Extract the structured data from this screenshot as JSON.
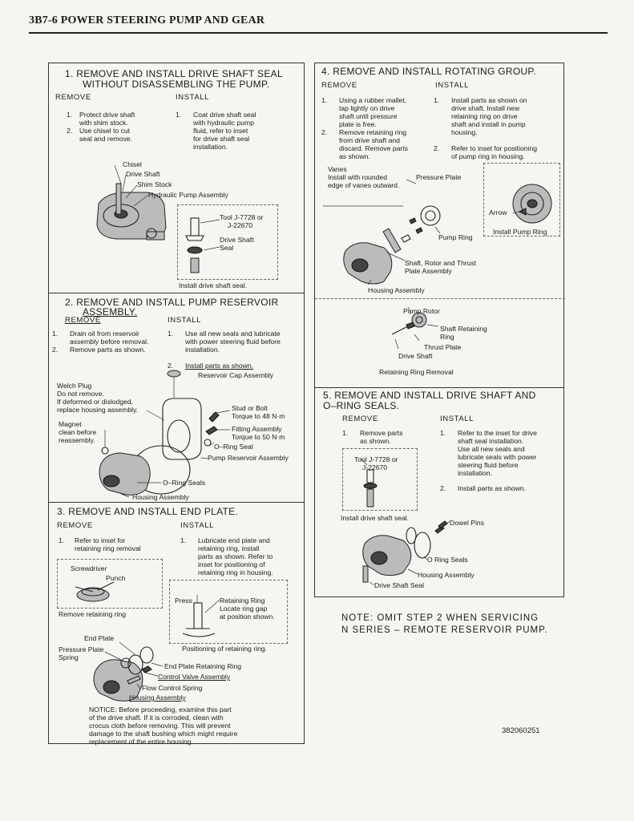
{
  "header": {
    "title": "3B7-6  POWER STEERING PUMP AND GEAR"
  },
  "s1": {
    "title1": "1.  REMOVE AND INSTALL DRIVE SHAFT SEAL",
    "title2": "WITHOUT DISASSEMBLING THE PUMP.",
    "remove": "REMOVE",
    "install": "INSTALL",
    "r1n": "1.",
    "r1": [
      "Protect drive shaft",
      "with shim stock."
    ],
    "r2n": "2.",
    "r2": [
      "Use chisel to cut",
      "seal and remove."
    ],
    "i1n": "1.",
    "i1": [
      "Coat drive shaft seal",
      "with hydraulic pump",
      "fluid, refer to inset",
      "for drive shaft seal",
      "installation."
    ],
    "labels": {
      "chisel": "Chisel",
      "drive_shaft": "Drive Shaft",
      "shim": "Shim Stock",
      "pump_asm": "Hydraulic Pump Assembly",
      "tool1": "Tool J-7728 or",
      "tool2": "J-22670",
      "seal1": "Drive Shaft",
      "seal2": "Seal"
    },
    "caption": "Install drive shaft seal."
  },
  "s2": {
    "title1": "2.  REMOVE AND INSTALL PUMP RESERVOIR",
    "title2": "ASSEMBLY.",
    "remove": "REMOVE",
    "install": "INSTALL",
    "r1n": "1.",
    "r1": [
      "Drain oil from reservoir",
      "assembly before removal."
    ],
    "r2n": "2.",
    "r2": [
      "Remove parts as shown."
    ],
    "i1n": "1.",
    "i1": [
      "Use all new seals and lubricate",
      "with power steering fluid before",
      "installation."
    ],
    "i2n": "2.",
    "i2": [
      "Install parts as shown."
    ],
    "labels": {
      "cap": "Reservoir Cap Assembly",
      "welch": [
        "Welch Plug",
        "Do not remove.",
        "If deformed or dislodged,",
        "replace housing assembly."
      ],
      "magnet": [
        "Magnet",
        "clean before",
        "reassembly."
      ],
      "stud": [
        "Stud or Bolt",
        "Torque to 48 N·m"
      ],
      "fitting": [
        "Fitting Assembly",
        "Torque to 50 N·m"
      ],
      "oring": "O–Ring Seal",
      "reservoir": "Pump Reservoir Assembly",
      "orings": "O–Ring Seals",
      "housing": "Housing Assembly"
    }
  },
  "s3": {
    "title": "3.  REMOVE AND INSTALL END PLATE.",
    "remove": "REMOVE",
    "install": "INSTALL",
    "r1n": "1.",
    "r1": [
      "Refer to inset for",
      "retaining ring removal"
    ],
    "i1n": "1.",
    "i1": [
      "Lubricate end plate and",
      "retaining ring, install",
      "parts as shown.  Refer to",
      "inset for positioning of",
      "retaining ring in housing."
    ],
    "labels": {
      "screwdriver": "Screwdriver",
      "punch": "Punch",
      "remove_ring": "Remove retaining ring",
      "press": "Press",
      "ring": [
        "Retaining Ring",
        "Locate ring gap",
        "at position shown."
      ],
      "positioning": "Positioning of retaining ring.",
      "end_plate": "End Plate",
      "pressure_plate": "Pressure Plate",
      "spring": "Spring",
      "ep_ring": "End Plate Retaining Ring",
      "control": "Control Valve Assembly",
      "flow": "Flow Control Spring",
      "housing": "Housing Assembly"
    },
    "notice": [
      "NOTICE:  Before proceeding, examine this part",
      "of the drive shaft.  If it is corroded, clean with",
      "crocus cloth before removing.  This will prevent",
      "damage to the shaft bushing which might require",
      "replacement of the entire housing."
    ]
  },
  "s4": {
    "title": "4.  REMOVE AND INSTALL ROTATING GROUP.",
    "remove": "REMOVE",
    "install": "INSTALL",
    "r1n": "1.",
    "r1": [
      "Using a rubber mallet,",
      "tap lightly on drive",
      "shaft until pressure",
      "plate is free."
    ],
    "r2n": "2.",
    "r2": [
      "Remove retaining ring",
      "from drive shaft and",
      "discard.  Remove parts",
      "as shown."
    ],
    "i1n": "1.",
    "i1": [
      "Install parts as shown on",
      "drive shaft.  Install new",
      "retaining ring on drive",
      "shaft and install in pump",
      "housing."
    ],
    "i2n": "2.",
    "i2": [
      "Refer to inset for positioning",
      "of pump ring in housing."
    ],
    "labels": {
      "vanes": [
        "Vanes",
        "Install with rounded",
        "edge of vanes outward."
      ],
      "pressure_plate": "Pressure Plate",
      "arrow": "Arrow",
      "install_ring": "Install Pump Ring",
      "pump_ring": "Pump Ring",
      "shaft": [
        "Shaft, Rotor and Thrust",
        "Plate Assembly"
      ],
      "housing": "Housing Assembly",
      "rotor": "Pump Rotor",
      "shaft_ring": [
        "Shaft Retaining",
        "Ring"
      ],
      "thrust": "Thrust Plate",
      "drive_shaft": "Drive Shaft"
    },
    "caption": "Retaining Ring Removal"
  },
  "s5": {
    "title1": "5.   REMOVE AND INSTALL DRIVE SHAFT AND",
    "title2": "O–RING SEALS.",
    "remove": "REMOVE",
    "install": "INSTALL",
    "r1n": "1.",
    "r1": [
      "Remove parts",
      "as shown."
    ],
    "i1n": "1.",
    "i1": [
      "Refer to the inset for drive",
      "shaft seal installation.",
      "Use all new seals and",
      "lubricate seals with power",
      "steering fluid before",
      "installation."
    ],
    "i2n": "2.",
    "i2": [
      "Install parts as shown."
    ],
    "labels": {
      "tool1": "Tool J-7728 or",
      "tool2": "J-22670",
      "dowel": "Dowel Pins",
      "orings": "O Ring Seals",
      "housing": "Housing Assembly",
      "seal": "Drive Shaft Seal"
    },
    "caption": "Install drive shaft seal."
  },
  "note": [
    "NOTE:  OMIT  STEP  2  WHEN  SERVICING",
    "N  SERIES  –  REMOTE  RESERVOIR  PUMP."
  ],
  "doc_number": "382060251"
}
